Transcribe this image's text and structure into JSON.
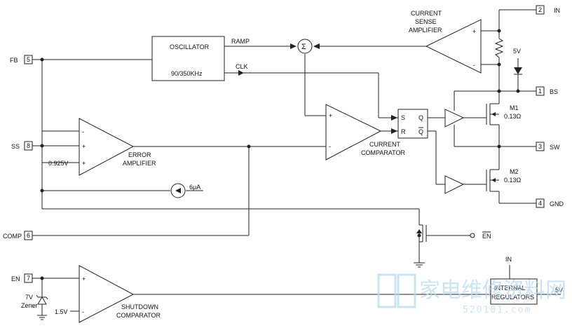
{
  "pins": {
    "fb": {
      "label": "FB",
      "num": "5"
    },
    "ss": {
      "label": "SS",
      "num": "8"
    },
    "comp": {
      "label": "COMP",
      "num": "6"
    },
    "en": {
      "label": "EN",
      "num": "7"
    },
    "in": {
      "label": "IN",
      "num": "2"
    },
    "bs": {
      "label": "BS",
      "num": "1"
    },
    "sw": {
      "label": "SW",
      "num": "3"
    },
    "gnd": {
      "label": "GND",
      "num": "4"
    }
  },
  "blocks": {
    "oscillator": {
      "title": "OSCILLATOR",
      "freq": "90/350KHz"
    },
    "error_amp": {
      "line1": "ERROR",
      "line2": "AMPLIFIER"
    },
    "current_sense_amp": {
      "line1": "CURRENT",
      "line2": "SENSE",
      "line3": "AMPLIFIER"
    },
    "current_comp": {
      "line1": "CURRENT",
      "line2": "COMPARATOR"
    },
    "shutdown_comp": {
      "line1": "SHUTDOWN",
      "line2": "COMPARATOR"
    },
    "regulators": {
      "line1": "INTERNAL",
      "line2": "REGULATORS"
    },
    "latch": {
      "s": "S",
      "r": "R",
      "q": "Q",
      "qbar": "Q"
    }
  },
  "signals": {
    "ramp": "RAMP",
    "clk": "CLK",
    "sum_symbol": "Σ",
    "plus": "+",
    "minus": "-",
    "ref_0925": "0.925V",
    "ref_15": "1.5V",
    "current_6ua": "6μA",
    "supply_5v": "5V",
    "en_bar": "EN",
    "in_reg": "IN",
    "out_5v": "5V",
    "zener": "7V",
    "zener2": "Zener"
  },
  "mosfets": {
    "m1": {
      "name": "M1",
      "rds": "0.13Ω"
    },
    "m2": {
      "name": "M2",
      "rds": "0.13Ω"
    }
  },
  "watermark": {
    "text": "家电维修资料网",
    "sub": "520101.com"
  }
}
